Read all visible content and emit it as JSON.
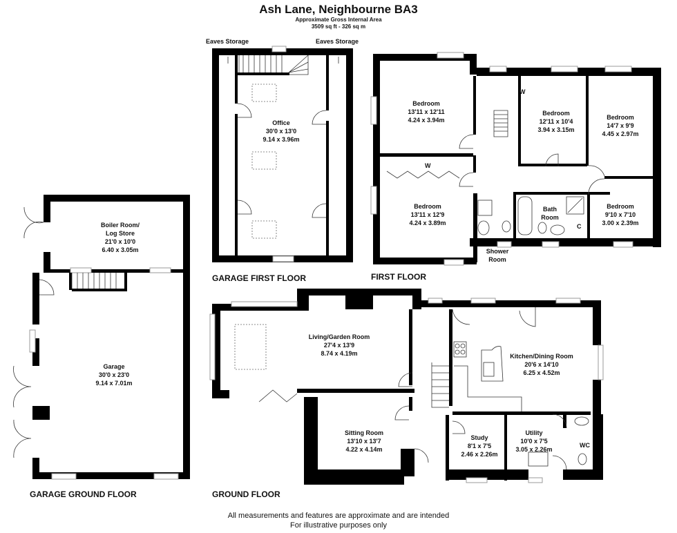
{
  "header": {
    "title": "Ash Lane, Neighbourne BA3",
    "area_label": "Approximate Gross Internal Area",
    "area_value": "3509 sq ft - 326 sq m"
  },
  "floors": {
    "garage_first_floor": {
      "label": "GARAGE FIRST FLOOR",
      "eaves_left": "Eaves Storage",
      "eaves_right": "Eaves Storage",
      "rooms": [
        {
          "name": "Office",
          "imperial": "30'0 x 13'0",
          "metric": "9.14 x 3.96m"
        }
      ]
    },
    "first_floor": {
      "label": "FIRST FLOOR",
      "rooms": [
        {
          "name": "Bedroom",
          "imperial": "13'11 x 12'11",
          "metric": "4.24 x 3.94m"
        },
        {
          "name": "Bedroom",
          "imperial": "13'11 x 12'9",
          "metric": "4.24 x 3.89m"
        },
        {
          "name": "Bedroom",
          "imperial": "12'11 x 10'4",
          "metric": "3.94 x 3.15m"
        },
        {
          "name": "Bedroom",
          "imperial": "14'7 x 9'9",
          "metric": "4.45 x 2.97m"
        },
        {
          "name": "Bedroom",
          "imperial": "9'10 x 7'10",
          "metric": "3.00 x 2.39m"
        },
        {
          "name": "Bath Room"
        },
        {
          "name": "Shower Room"
        }
      ],
      "wardrobe_label": "W",
      "cupboard_label": "C",
      "bath_line1": "Bath",
      "bath_line2": "Room",
      "shower_line1": "Shower",
      "shower_line2": "Room"
    },
    "garage_ground_floor": {
      "label": "GARAGE GROUND FLOOR",
      "boiler_line1": "Boiler Room/",
      "boiler_line2": "Log Store",
      "rooms": [
        {
          "name": "Boiler Room/ Log Store",
          "imperial": "21'0 x 10'0",
          "metric": "6.40 x 3.05m"
        },
        {
          "name": "Garage",
          "imperial": "30'0 x 23'0",
          "metric": "9.14 x 7.01m"
        }
      ]
    },
    "ground_floor": {
      "label": "GROUND FLOOR",
      "rooms": [
        {
          "name": "Living/Garden Room",
          "imperial": "27'4 x 13'9",
          "metric": "8.74 x 4.19m"
        },
        {
          "name": "Kitchen/Dining Room",
          "imperial": "20'6 x 14'10",
          "metric": "6.25 x 4.52m"
        },
        {
          "name": "Sitting Room",
          "imperial": "13'10 x 13'7",
          "metric": "4.22 x 4.14m"
        },
        {
          "name": "Study",
          "imperial": "8'1 x 7'5",
          "metric": "2.46 x 2.26m"
        },
        {
          "name": "Utility",
          "imperial": "10'0 x 7'5",
          "metric": "3.05 x 2.26m"
        },
        {
          "name": "WC"
        }
      ]
    }
  },
  "footer": {
    "line1": "All measurements and features are approximate and are intended",
    "line2": "For illustrative purposes only"
  }
}
